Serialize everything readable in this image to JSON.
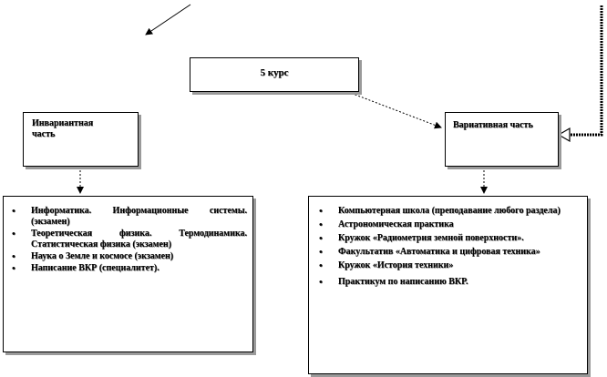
{
  "top_box": {
    "label": "5 курс"
  },
  "left_box": {
    "label": "Инвариантная часть"
  },
  "right_box": {
    "label": "Вариативная часть"
  },
  "left_list": {
    "items": [
      "Информатика. Информационные системы. (экзамен)",
      "Теоретическая физика. Термодинамика. Статистическая физика (экзамен)",
      "Наука о Земле и космосе (экзамен)",
      "Написание ВКР (специалитет)."
    ]
  },
  "right_list": {
    "items": [
      "Компьютерная школа (преподавание любого раздела)",
      "Астрономическая практика",
      "Кружок «Радиометрия земной поверхности».",
      "Факультатив «Автоматика и цифровая техника»",
      "Кружок «История техники»",
      "Практикум по написанию ВКР."
    ]
  }
}
